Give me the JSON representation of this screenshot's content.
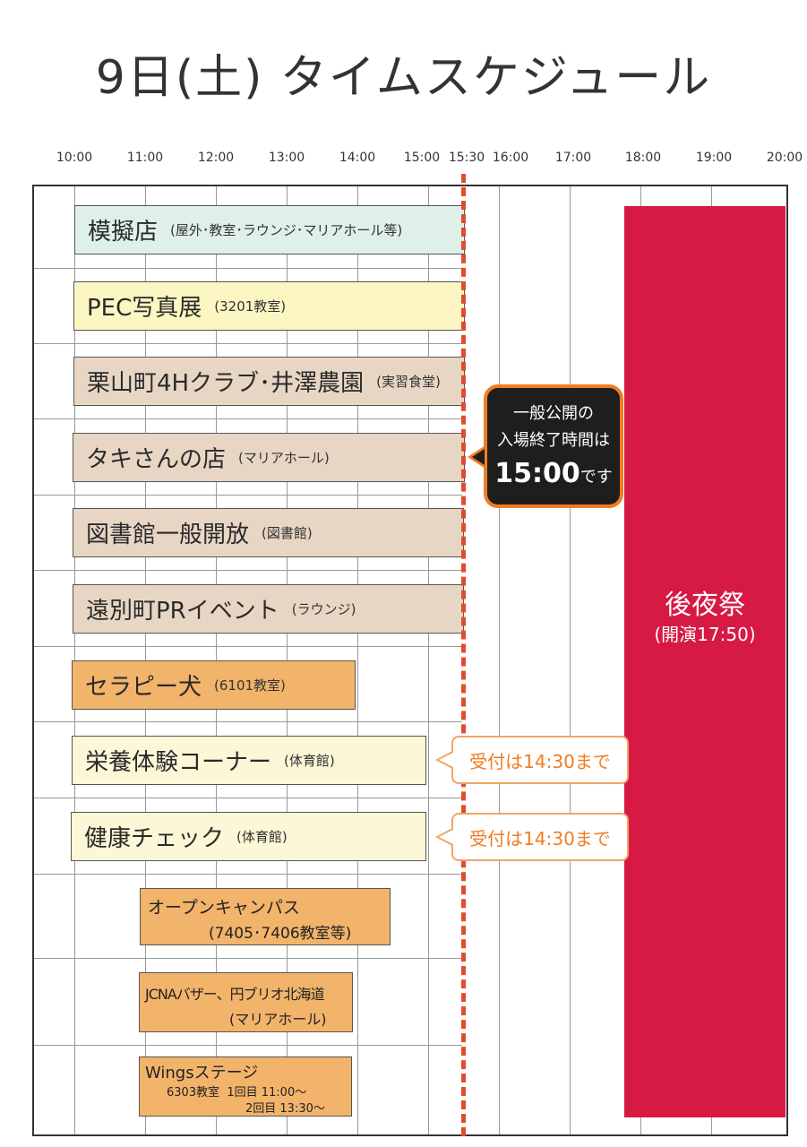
{
  "title": "9日(土) タイムスケジュール",
  "times": [
    "10:00",
    "11:00",
    "12:00",
    "13:00",
    "14:00",
    "15:00",
    "15:30",
    "16:00",
    "17:00",
    "18:00",
    "19:00",
    "20:00"
  ],
  "events": [
    {
      "name": "模擬店",
      "place": "(屋外･教室･ラウンジ･マリアホール等)"
    },
    {
      "name": "PEC写真展",
      "place": "(3201教室)"
    },
    {
      "name": "栗山町4Hクラブ･井澤農園",
      "place": "(実習食堂)"
    },
    {
      "name": "タキさんの店",
      "place": "(マリアホール)"
    },
    {
      "name": "図書館一般開放",
      "place": "(図書館)"
    },
    {
      "name": "遠別町PRイベント",
      "place": "(ラウンジ)"
    },
    {
      "name": "セラピー犬",
      "place": "(6101教室)"
    },
    {
      "name": "栄養体験コーナー",
      "place": "(体育館)"
    },
    {
      "name": "健康チェック",
      "place": "(体育館)"
    }
  ],
  "open_campus": {
    "name": "オープンキャンパス",
    "place": "(7405･7406教室等)"
  },
  "bazaar": {
    "name": "JCNAバザー、円ブリオ北海道",
    "place": "(マリアホール)"
  },
  "wings": {
    "name": "Wingsステージ",
    "line1": "6303教室  1回目 11:00～",
    "line2": "2回目 13:30～"
  },
  "callout": {
    "line1": "一般公開の",
    "line2": "入場終了時間は",
    "time": "15:00",
    "suffix": "です"
  },
  "reception_note": "受付は14:30まで",
  "evening_event": {
    "name": "後夜祭",
    "time": "(開演17:50)"
  },
  "colors": {
    "dash": "#e34a2c",
    "evening": "#d61a44",
    "callout_border": "#ef7d24"
  }
}
